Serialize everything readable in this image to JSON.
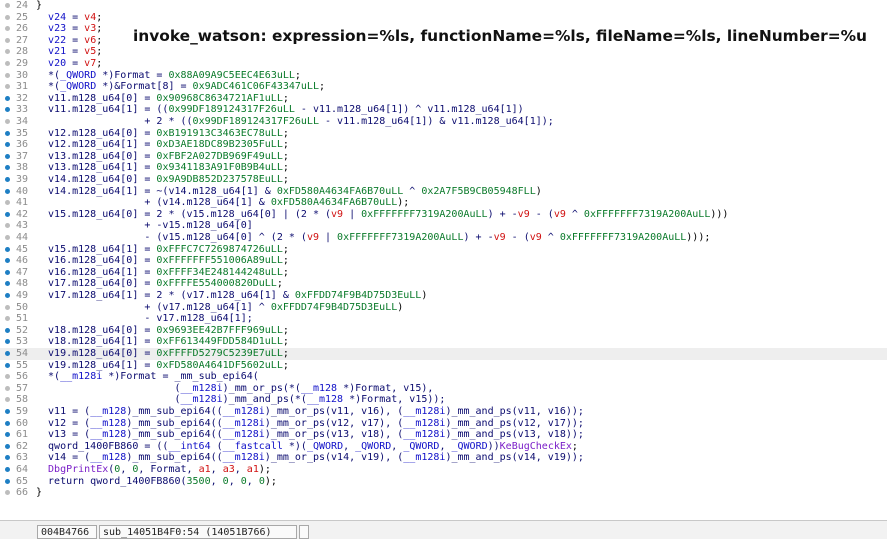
{
  "overlay_text": "invoke_watson: expression=%ls, functionName=%ls, fileName=%ls, lineNumber=%u",
  "first_line_number": 24,
  "current_line": 54,
  "colors": {
    "number": "#0a7a2a",
    "variable": "#1010c8",
    "keyword": "#0a0a6e",
    "red": "#d01010",
    "func": "#7a1ec8",
    "plain": "#000000"
  },
  "code_lines": [
    {
      "bp": false,
      "toks": [
        [
          "p",
          "}"
        ]
      ]
    },
    {
      "bp": false,
      "toks": [
        [
          "w",
          "  "
        ],
        [
          "v",
          "v24"
        ],
        [
          "k",
          " = "
        ],
        [
          "r",
          "v4"
        ],
        [
          "p",
          ";"
        ]
      ]
    },
    {
      "bp": false,
      "toks": [
        [
          "w",
          "  "
        ],
        [
          "v",
          "v23"
        ],
        [
          "k",
          " = "
        ],
        [
          "r",
          "v3"
        ],
        [
          "p",
          ";"
        ]
      ]
    },
    {
      "bp": false,
      "toks": [
        [
          "w",
          "  "
        ],
        [
          "v",
          "v22"
        ],
        [
          "k",
          " = "
        ],
        [
          "r",
          "v6"
        ],
        [
          "p",
          ";"
        ]
      ]
    },
    {
      "bp": false,
      "toks": [
        [
          "w",
          "  "
        ],
        [
          "v",
          "v21"
        ],
        [
          "k",
          " = "
        ],
        [
          "r",
          "v5"
        ],
        [
          "p",
          ";"
        ]
      ]
    },
    {
      "bp": false,
      "toks": [
        [
          "w",
          "  "
        ],
        [
          "v",
          "v20"
        ],
        [
          "k",
          " = "
        ],
        [
          "r",
          "v7"
        ],
        [
          "p",
          ";"
        ]
      ]
    },
    {
      "bp": false,
      "toks": [
        [
          "k",
          "  *("
        ],
        [
          "v",
          "_QWORD"
        ],
        [
          "k",
          " *)Format = "
        ],
        [
          "n",
          "0x88A09A9C5EEC4E63uLL"
        ],
        [
          "p",
          ";"
        ]
      ]
    },
    {
      "bp": false,
      "toks": [
        [
          "k",
          "  *("
        ],
        [
          "v",
          "_QWORD"
        ],
        [
          "k",
          " *)&Format[8] = "
        ],
        [
          "n",
          "0x9ADC461C06F43347uLL"
        ],
        [
          "p",
          ";"
        ]
      ]
    },
    {
      "bp": true,
      "toks": [
        [
          "k",
          "  v11.m128_u64[0] = "
        ],
        [
          "n",
          "0x90968C8634721AF1uLL"
        ],
        [
          "p",
          ";"
        ]
      ]
    },
    {
      "bp": true,
      "toks": [
        [
          "k",
          "  v11.m128_u64[1] = (("
        ],
        [
          "n",
          "0x99DF189124317F26uLL"
        ],
        [
          "k",
          " - v11.m128_u64[1]) ^ v11.m128_u64[1])"
        ]
      ]
    },
    {
      "bp": false,
      "toks": [
        [
          "k",
          "                  + 2 * (("
        ],
        [
          "n",
          "0x99DF189124317F26uLL"
        ],
        [
          "k",
          " - v11.m128_u64[1]) & v11.m128_u64[1]);"
        ]
      ]
    },
    {
      "bp": true,
      "toks": [
        [
          "k",
          "  v12.m128_u64[0] = "
        ],
        [
          "n",
          "0xB191913C3463EC78uLL"
        ],
        [
          "p",
          ";"
        ]
      ]
    },
    {
      "bp": true,
      "toks": [
        [
          "k",
          "  v12.m128_u64[1] = "
        ],
        [
          "n",
          "0xD3AE18DC89B2305FuLL"
        ],
        [
          "p",
          ";"
        ]
      ]
    },
    {
      "bp": true,
      "toks": [
        [
          "k",
          "  v13.m128_u64[0] = "
        ],
        [
          "n",
          "0xFBF2A027DB969F49uLL"
        ],
        [
          "p",
          ";"
        ]
      ]
    },
    {
      "bp": true,
      "toks": [
        [
          "k",
          "  v13.m128_u64[1] = "
        ],
        [
          "n",
          "0x9341183A91F0B9B4uLL"
        ],
        [
          "p",
          ";"
        ]
      ]
    },
    {
      "bp": true,
      "toks": [
        [
          "k",
          "  v14.m128_u64[0] = "
        ],
        [
          "n",
          "0x9A9DB852D237578EuLL"
        ],
        [
          "p",
          ";"
        ]
      ]
    },
    {
      "bp": true,
      "toks": [
        [
          "k",
          "  v14.m128_u64[1] = ~(v14.m128_u64[1] & "
        ],
        [
          "n",
          "0xFD580A4634FA6B70uLL"
        ],
        [
          "k",
          " ^ "
        ],
        [
          "n",
          "0x2A7F5B9CB05948FLL"
        ],
        [
          "p",
          ")"
        ]
      ]
    },
    {
      "bp": false,
      "toks": [
        [
          "k",
          "                  + (v14.m128_u64[1] & "
        ],
        [
          "n",
          "0xFD580A4634FA6B70uLL"
        ],
        [
          "p",
          ");"
        ]
      ]
    },
    {
      "bp": true,
      "toks": [
        [
          "k",
          "  v15.m128_u64[0] = 2 * (v15.m128_u64[0] | (2 * ("
        ],
        [
          "r",
          "v9"
        ],
        [
          "k",
          " | "
        ],
        [
          "n",
          "0xFFFFFFF7319A200AuLL"
        ],
        [
          "k",
          ") + -"
        ],
        [
          "r",
          "v9"
        ],
        [
          "k",
          " - ("
        ],
        [
          "r",
          "v9"
        ],
        [
          "k",
          " ^ "
        ],
        [
          "n",
          "0xFFFFFFF7319A200AuLL"
        ],
        [
          "p",
          ")))"
        ]
      ]
    },
    {
      "bp": false,
      "toks": [
        [
          "k",
          "                  + -v15.m128_u64[0]"
        ]
      ]
    },
    {
      "bp": false,
      "toks": [
        [
          "k",
          "                  - (v15.m128_u64[0] ^ (2 * ("
        ],
        [
          "r",
          "v9"
        ],
        [
          "k",
          " | "
        ],
        [
          "n",
          "0xFFFFFFF7319A200AuLL"
        ],
        [
          "k",
          ") + -"
        ],
        [
          "r",
          "v9"
        ],
        [
          "k",
          " - ("
        ],
        [
          "r",
          "v9"
        ],
        [
          "k",
          " ^ "
        ],
        [
          "n",
          "0xFFFFFFF7319A200AuLL"
        ],
        [
          "p",
          ")));"
        ]
      ]
    },
    {
      "bp": true,
      "toks": [
        [
          "k",
          "  v15.m128_u64[1] = "
        ],
        [
          "n",
          "0xFFFC7C7269874726uLL"
        ],
        [
          "p",
          ";"
        ]
      ]
    },
    {
      "bp": true,
      "toks": [
        [
          "k",
          "  v16.m128_u64[0] = "
        ],
        [
          "n",
          "0xFFFFFFF551006A89uLL"
        ],
        [
          "p",
          ";"
        ]
      ]
    },
    {
      "bp": true,
      "toks": [
        [
          "k",
          "  v16.m128_u64[1] = "
        ],
        [
          "n",
          "0xFFFF34E248144248uLL"
        ],
        [
          "p",
          ";"
        ]
      ]
    },
    {
      "bp": true,
      "toks": [
        [
          "k",
          "  v17.m128_u64[0] = "
        ],
        [
          "n",
          "0xFFFFE554000820DuLL"
        ],
        [
          "p",
          ";"
        ]
      ]
    },
    {
      "bp": true,
      "toks": [
        [
          "k",
          "  v17.m128_u64[1] = 2 * (v17.m128_u64[1] & "
        ],
        [
          "n",
          "0xFFDD74F9B4D75D3EuLL"
        ],
        [
          "p",
          ")"
        ]
      ]
    },
    {
      "bp": false,
      "toks": [
        [
          "k",
          "                  + (v17.m128_u64[1] ^ "
        ],
        [
          "n",
          "0xFFDD74F9B4D75D3EuLL"
        ],
        [
          "p",
          ")"
        ]
      ]
    },
    {
      "bp": false,
      "toks": [
        [
          "k",
          "                  - v17.m128_u64[1];"
        ]
      ]
    },
    {
      "bp": true,
      "toks": [
        [
          "k",
          "  v18.m128_u64[0] = "
        ],
        [
          "n",
          "0x9693EE42B7FFF969uLL"
        ],
        [
          "p",
          ";"
        ]
      ]
    },
    {
      "bp": true,
      "toks": [
        [
          "k",
          "  v18.m128_u64[1] = "
        ],
        [
          "n",
          "0xFF613449FDD584D1uLL"
        ],
        [
          "p",
          ";"
        ]
      ]
    },
    {
      "bp": true,
      "toks": [
        [
          "k",
          "  v19.m128_u64[0] = "
        ],
        [
          "n",
          "0xFFFFD5279C5239E7uLL"
        ],
        [
          "p",
          ";"
        ]
      ]
    },
    {
      "bp": true,
      "toks": [
        [
          "k",
          "  v19.m128_u64[1] = "
        ],
        [
          "n",
          "0xFD580A4641DF5602uLL"
        ],
        [
          "p",
          ";"
        ]
      ]
    },
    {
      "bp": false,
      "toks": [
        [
          "k",
          "  *("
        ],
        [
          "v",
          "__m128i"
        ],
        [
          "k",
          " *)Format = _mm_sub_epi64("
        ]
      ]
    },
    {
      "bp": false,
      "toks": [
        [
          "k",
          "                       ("
        ],
        [
          "v",
          "__m128i"
        ],
        [
          "k",
          ")_mm_or_ps(*("
        ],
        [
          "v",
          "__m128"
        ],
        [
          "k",
          " *)Format, v15),"
        ]
      ]
    },
    {
      "bp": false,
      "toks": [
        [
          "k",
          "                       ("
        ],
        [
          "v",
          "__m128i"
        ],
        [
          "k",
          ")_mm_and_ps(*("
        ],
        [
          "v",
          "__m128"
        ],
        [
          "k",
          " *)Format, v15));"
        ]
      ]
    },
    {
      "bp": true,
      "toks": [
        [
          "k",
          "  v11 = ("
        ],
        [
          "v",
          "__m128"
        ],
        [
          "k",
          ")_mm_sub_epi64(("
        ],
        [
          "v",
          "__m128i"
        ],
        [
          "k",
          ")_mm_or_ps(v11, v16), ("
        ],
        [
          "v",
          "__m128i"
        ],
        [
          "k",
          ")_mm_and_ps(v11, v16));"
        ]
      ]
    },
    {
      "bp": true,
      "toks": [
        [
          "k",
          "  v12 = ("
        ],
        [
          "v",
          "__m128"
        ],
        [
          "k",
          ")_mm_sub_epi64(("
        ],
        [
          "v",
          "__m128i"
        ],
        [
          "k",
          ")_mm_or_ps(v12, v17), ("
        ],
        [
          "v",
          "__m128i"
        ],
        [
          "k",
          ")_mm_and_ps(v12, v17));"
        ]
      ]
    },
    {
      "bp": true,
      "toks": [
        [
          "k",
          "  v13 = ("
        ],
        [
          "v",
          "__m128"
        ],
        [
          "k",
          ")_mm_sub_epi64(("
        ],
        [
          "v",
          "__m128i"
        ],
        [
          "k",
          ")_mm_or_ps(v13, v18), ("
        ],
        [
          "v",
          "__m128i"
        ],
        [
          "k",
          ")_mm_and_ps(v13, v18));"
        ]
      ]
    },
    {
      "bp": true,
      "toks": [
        [
          "k",
          "  qword_1400FB860 = (("
        ],
        [
          "v",
          "__int64"
        ],
        [
          "k",
          " ("
        ],
        [
          "v",
          "__fastcall"
        ],
        [
          "k",
          " *)("
        ],
        [
          "v",
          "_QWORD"
        ],
        [
          "k",
          ", "
        ],
        [
          "v",
          "_QWORD"
        ],
        [
          "k",
          ", "
        ],
        [
          "v",
          "_QWORD"
        ],
        [
          "k",
          ", "
        ],
        [
          "v",
          "_QWORD"
        ],
        [
          "k",
          "))"
        ],
        [
          "f",
          "KeBugCheckEx"
        ],
        [
          "p",
          ";"
        ]
      ]
    },
    {
      "bp": true,
      "toks": [
        [
          "k",
          "  v14 = ("
        ],
        [
          "v",
          "__m128"
        ],
        [
          "k",
          ")_mm_sub_epi64(("
        ],
        [
          "v",
          "__m128i"
        ],
        [
          "k",
          ")_mm_or_ps(v14, v19), ("
        ],
        [
          "v",
          "__m128i"
        ],
        [
          "k",
          ")_mm_and_ps(v14, v19));"
        ]
      ]
    },
    {
      "bp": true,
      "toks": [
        [
          "f",
          "  DbgPrintEx"
        ],
        [
          "k",
          "("
        ],
        [
          "n",
          "0"
        ],
        [
          "k",
          ", "
        ],
        [
          "n",
          "0"
        ],
        [
          "k",
          ", Format, "
        ],
        [
          "r",
          "a1"
        ],
        [
          "k",
          ", "
        ],
        [
          "r",
          "a3"
        ],
        [
          "k",
          ", "
        ],
        [
          "r",
          "a1"
        ],
        [
          "p",
          ");"
        ]
      ]
    },
    {
      "bp": true,
      "toks": [
        [
          "k",
          "  return qword_1400FB860("
        ],
        [
          "n",
          "3500"
        ],
        [
          "k",
          ", "
        ],
        [
          "n",
          "0"
        ],
        [
          "k",
          ", "
        ],
        [
          "n",
          "0"
        ],
        [
          "k",
          ", "
        ],
        [
          "n",
          "0"
        ],
        [
          "p",
          ");"
        ]
      ]
    },
    {
      "bp": false,
      "toks": [
        [
          "p",
          "}"
        ]
      ]
    }
  ],
  "status": {
    "offset": "004B4766",
    "location": "sub_14051B4F0:54 (14051B766)"
  }
}
